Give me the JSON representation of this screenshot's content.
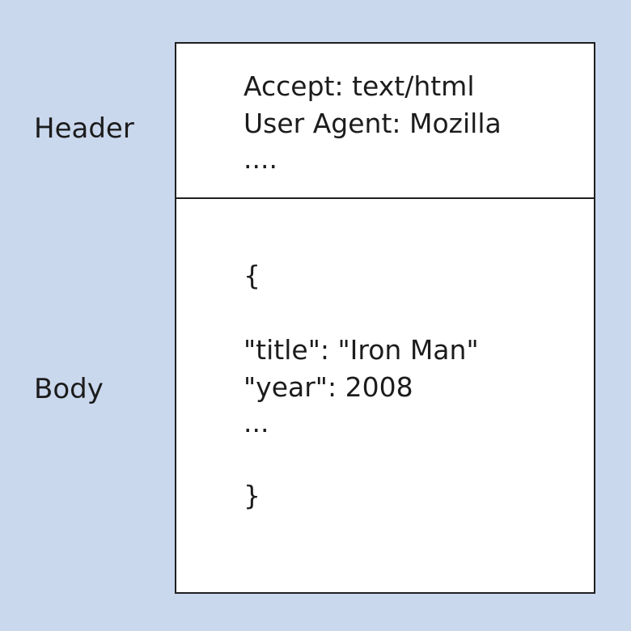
{
  "labels": {
    "header": "Header",
    "body": "Body"
  },
  "header_section": {
    "lines": [
      "Accept: text/html",
      "User Agent: Mozilla",
      "...."
    ]
  },
  "body_section": {
    "open_brace": "{",
    "lines": [
      "\"title\": \"Iron Man\"",
      "\"year\": 2008",
      "..."
    ],
    "close_brace": "}"
  },
  "colors": {
    "background": "#cad8ee",
    "box": "#ffffff",
    "border": "#1f1f1f",
    "text": "#1c1c1c"
  }
}
